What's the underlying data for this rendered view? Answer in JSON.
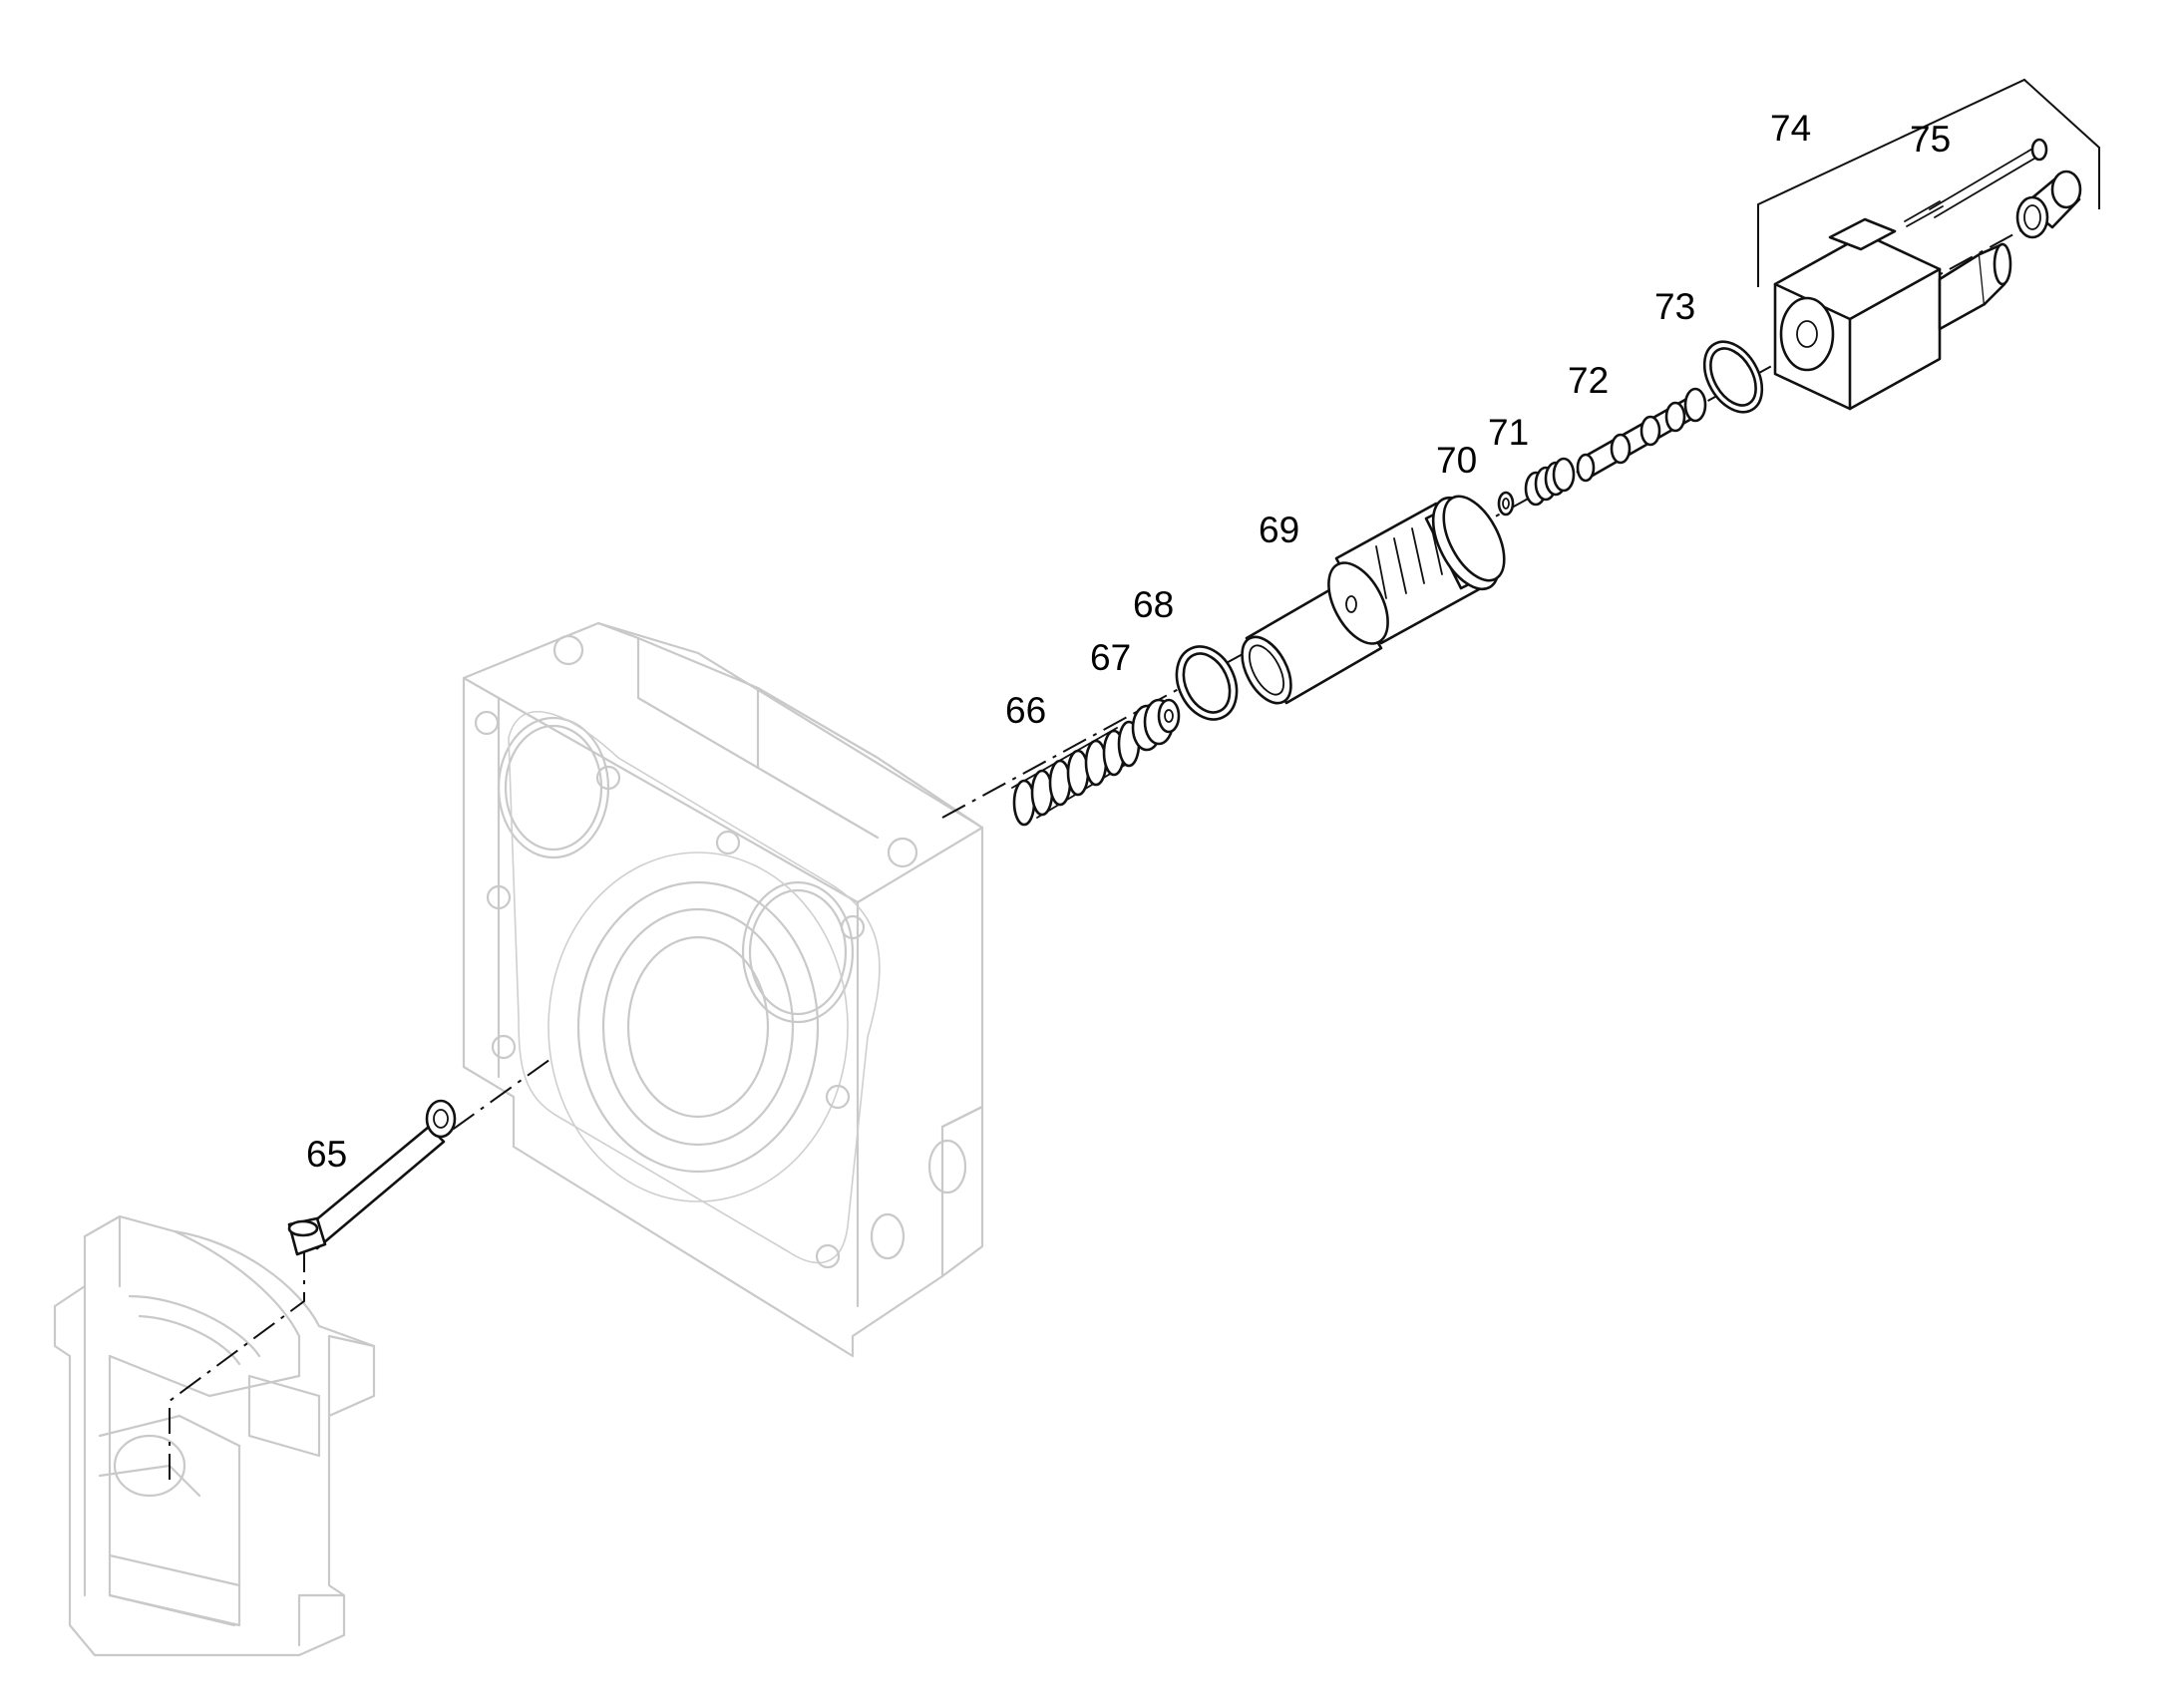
{
  "callouts": {
    "p65": "65",
    "p66": "66",
    "p67": "67",
    "p68": "68",
    "p69": "69",
    "p70": "70",
    "p71": "71",
    "p72": "72",
    "p73": "73",
    "p74": "74",
    "p75": "75"
  },
  "colors": {
    "line": "#111111",
    "ghost": "#c9c9c9",
    "background": "#ffffff"
  }
}
